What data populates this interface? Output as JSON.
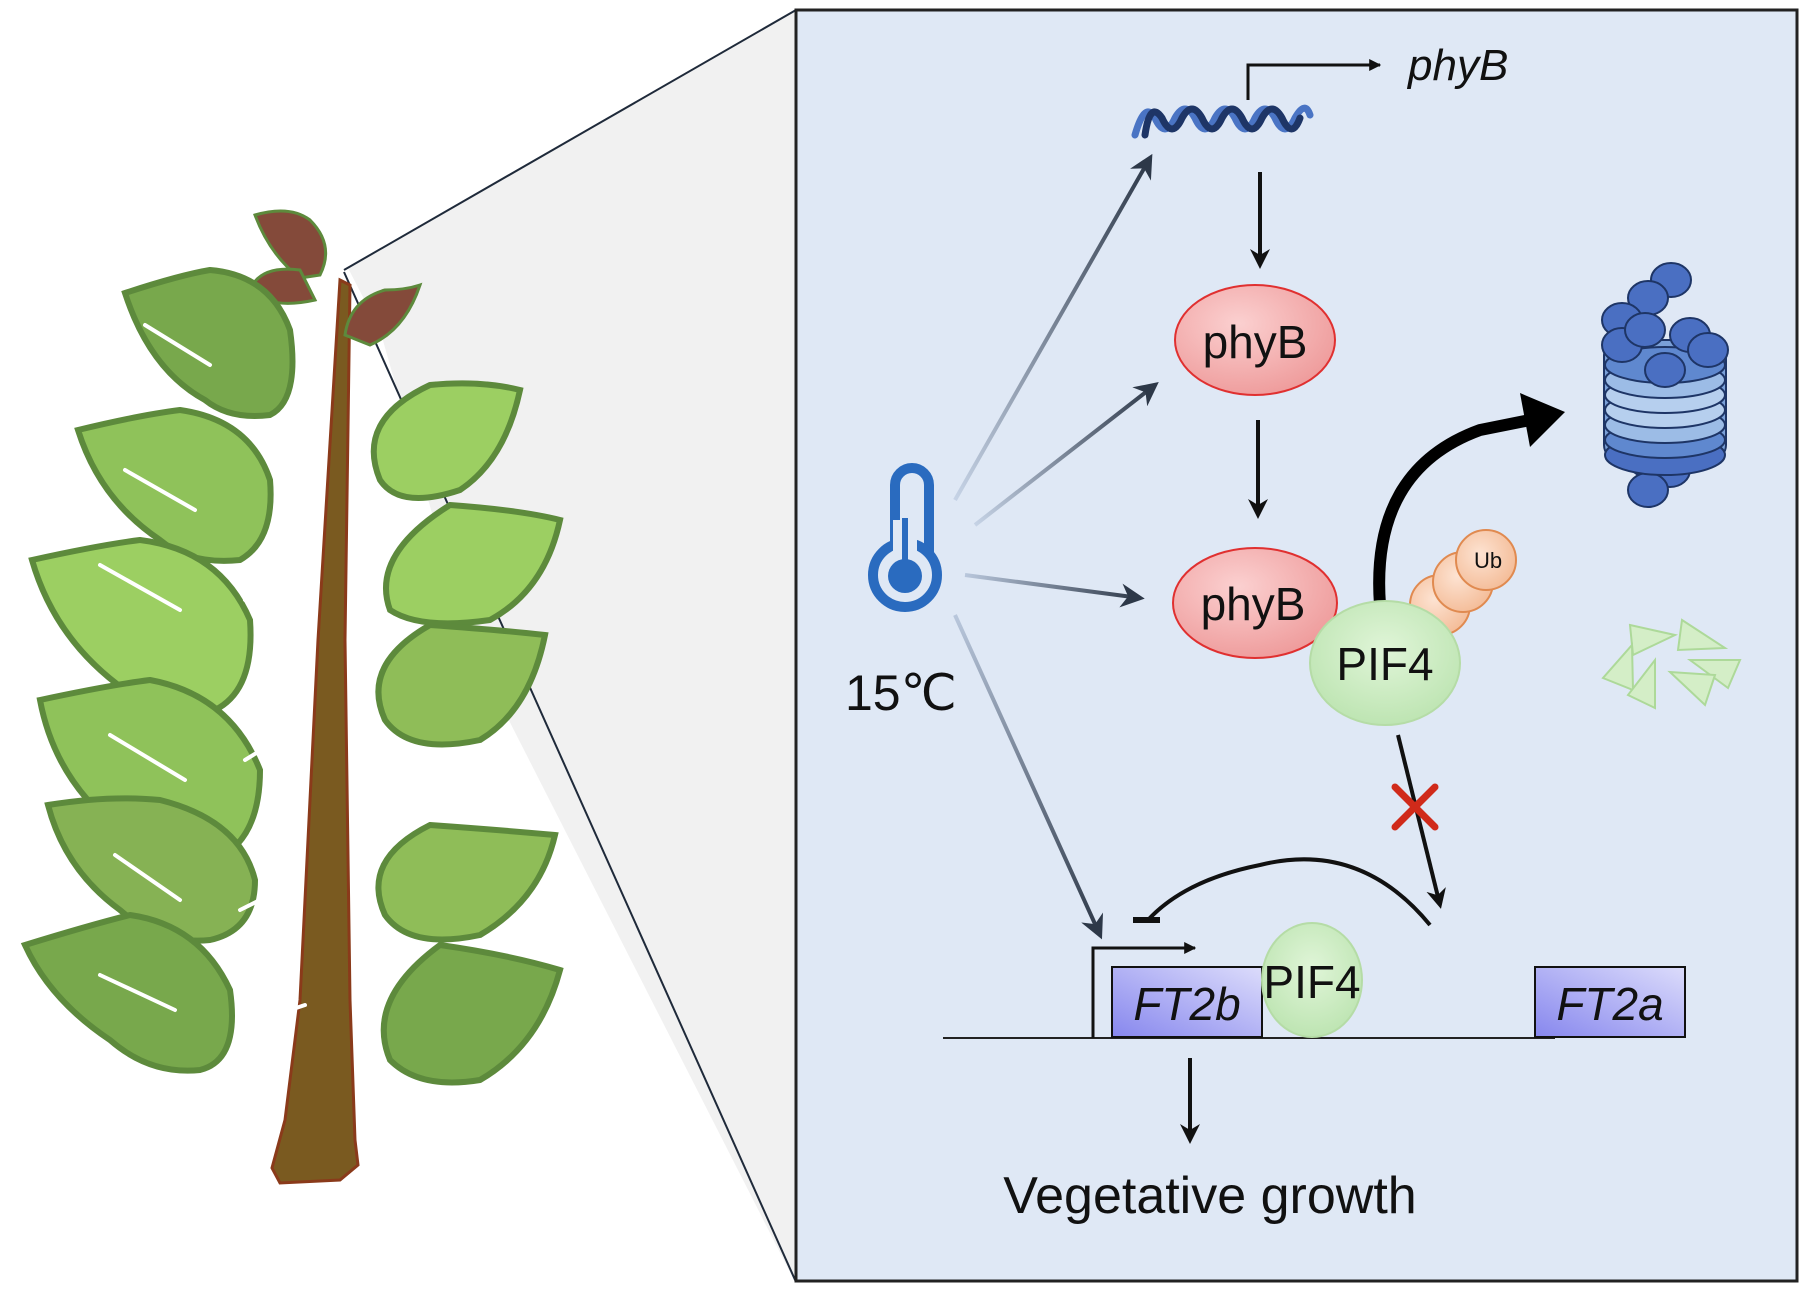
{
  "figure": {
    "subject": "Plant shoot apex zoom-in to low-temperature signaling pathway",
    "temperature_label": "15℃",
    "gene_phyB_label": "phyB",
    "protein_phyB_top": "phyB",
    "protein_phyB_complex": "phyB",
    "protein_PIF4_complex": "PIF4",
    "ubiquitin_label": "Ub",
    "protein_PIF4_promoter": "PIF4",
    "gene_FT2b": "FT2b",
    "gene_FT2a": "FT2a",
    "outcome_label": "Vegetative growth",
    "icons": {
      "thermometer": "thermometer-icon",
      "dna": "dna-helix-icon",
      "proteasome": "proteasome-icon",
      "degraded_fragments": "degraded-protein-fragments-icon",
      "inhibition_cross": "red-x-icon",
      "plant": "plant-shoot-icon"
    },
    "colors": {
      "panel_bg": "#dfe8f5",
      "phyB_fill": "#f0a0a0",
      "phyB_stroke": "#e03030",
      "PIF4_fill": "#c9ebc0",
      "gene_box_fill": "#9a9af0",
      "ub_fill": "#f5c4a4",
      "ub_stroke": "#e08a50",
      "proteasome": "#4a6fc2",
      "thermometer": "#2a6bbf",
      "cross": "#d02a1a",
      "leaf_dark": "#78a84c",
      "leaf_light": "#9ccf62",
      "stem": "#7a5a20",
      "young_leaf": "#844a3a"
    }
  }
}
